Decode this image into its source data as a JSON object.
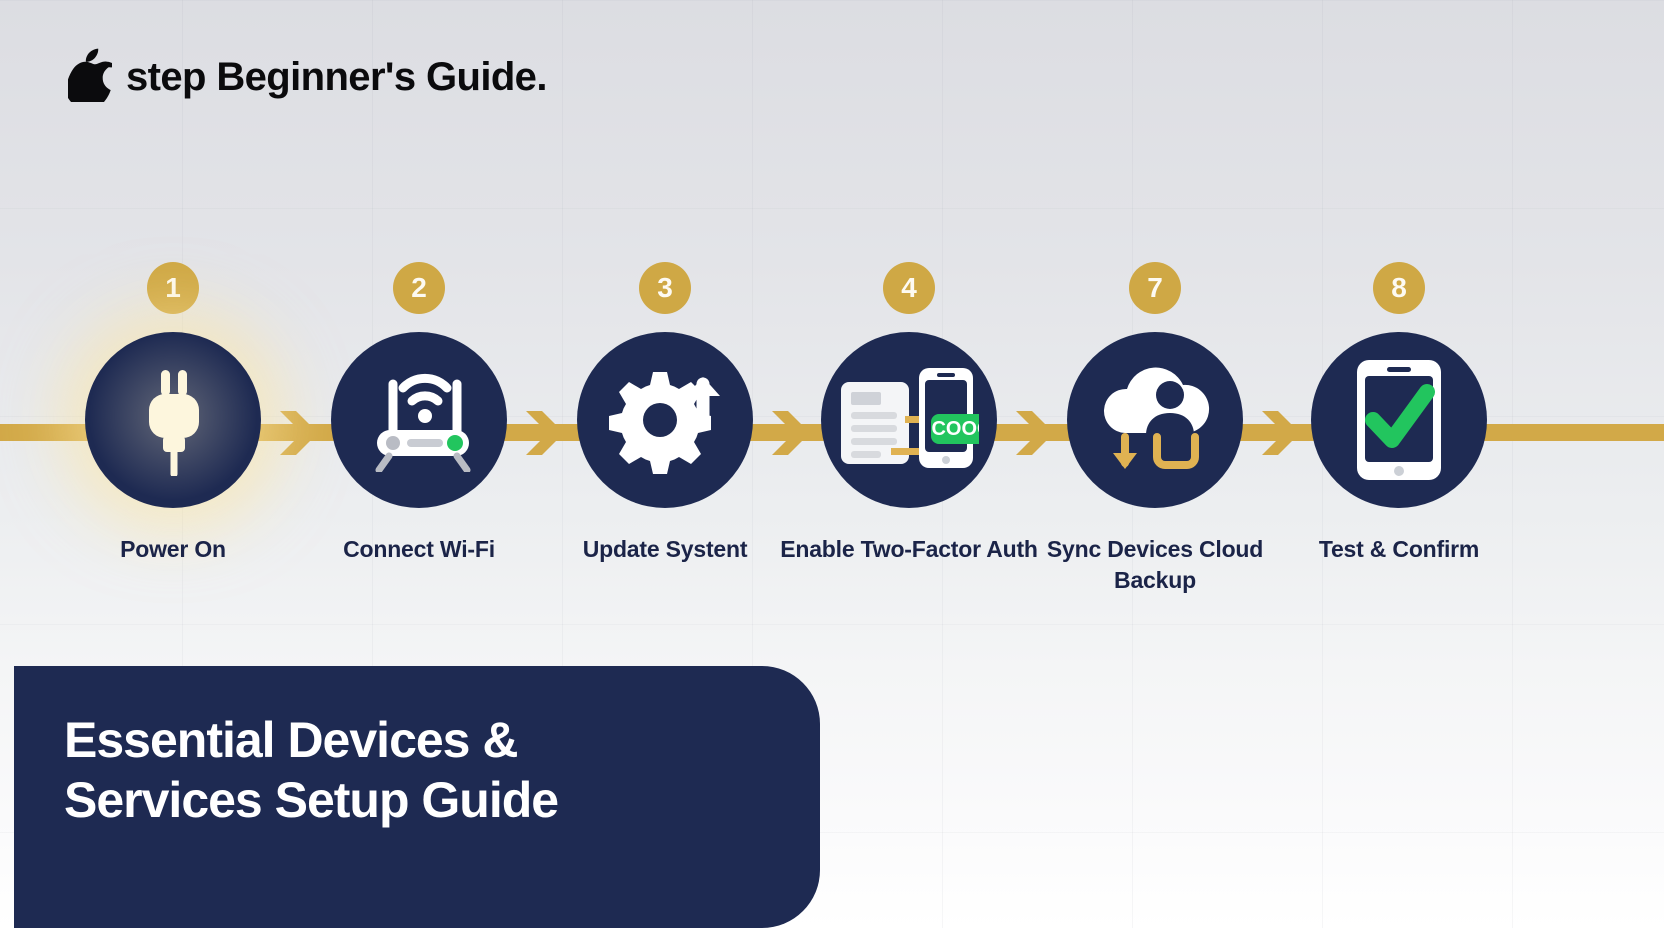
{
  "header": {
    "logo_icon": "apple-logo-icon",
    "title": "step Beginner's Guide."
  },
  "colors": {
    "gold": "#d2a948",
    "navy": "#1e2a52",
    "green": "#22c55e",
    "white": "#ffffff",
    "background": "#e9eaee"
  },
  "timeline": {
    "rail_color": "#d2a948",
    "steps": [
      {
        "number": "1",
        "icon": "power-plug-icon",
        "label": "Power On",
        "highlighted": true
      },
      {
        "number": "2",
        "icon": "wifi-router-icon",
        "label": "Connect Wi-Fi",
        "highlighted": false
      },
      {
        "number": "3",
        "icon": "gear-update-arrow-icon",
        "label": "Update Systent",
        "highlighted": false
      },
      {
        "number": "4",
        "icon": "two-factor-auth-icon",
        "label": "Enable\nTwo-Factor Auth",
        "badge_text": "COOO",
        "highlighted": false
      },
      {
        "number": "7",
        "icon": "cloud-sync-user-icon",
        "label": "Sync Devices\nCloud Backup",
        "highlighted": false
      },
      {
        "number": "8",
        "icon": "tablet-checkmark-icon",
        "label": "Test & Confirm",
        "highlighted": false
      }
    ]
  },
  "banner": {
    "title": "Essential Devices &\nServices Setup Guide"
  }
}
